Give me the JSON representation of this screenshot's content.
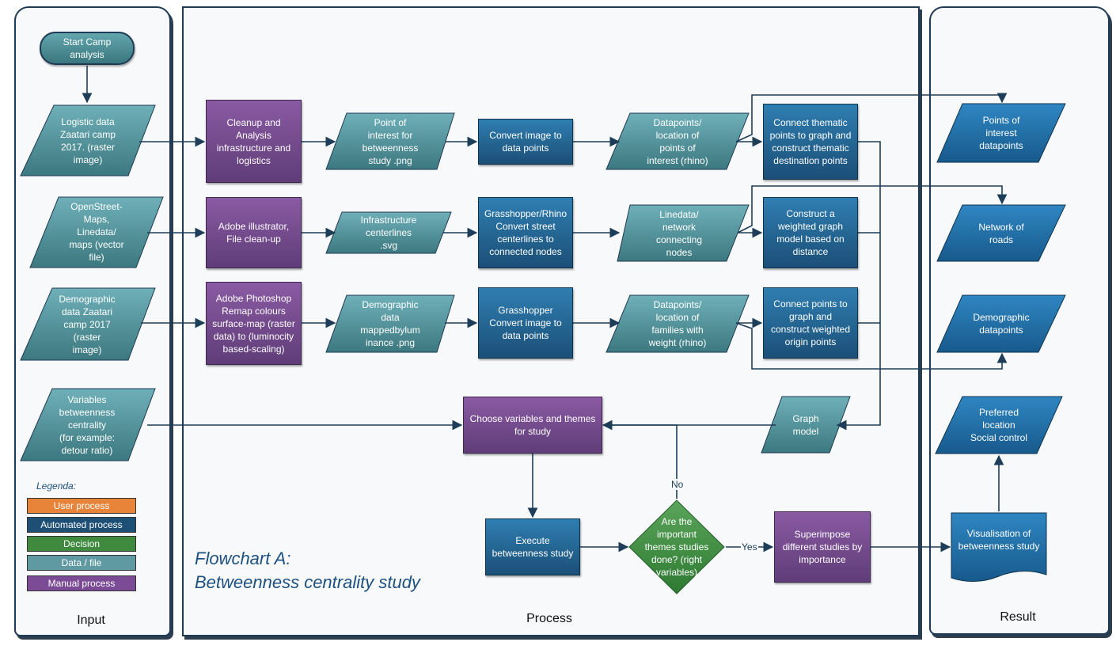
{
  "panels": {
    "input": "Input",
    "process": "Process",
    "result": "Result"
  },
  "title": {
    "line1": "Flowchart A:",
    "line2": "Betweenness centrality study"
  },
  "legend": {
    "title": "Legenda:",
    "items": [
      {
        "label": "User process",
        "color": "#e8843a"
      },
      {
        "label": "Automated process",
        "color": "#1e4f75"
      },
      {
        "label": "Decision",
        "color": "#3f8a3f"
      },
      {
        "label": "Data / file",
        "color": "#5f9aa3"
      },
      {
        "label": "Manual process",
        "color": "#7b4c95"
      }
    ]
  },
  "nodes": {
    "start": [
      "Start Camp analysis"
    ],
    "in_logistic": [
      "Logistic data",
      "Zaatari camp",
      "2017. (raster",
      "image)"
    ],
    "in_osm": [
      "OpenStreet-",
      "Maps,",
      "Linedata/",
      "maps (vector",
      "file)"
    ],
    "in_demo": [
      "Demographic",
      "data Zaatari",
      "camp 2017",
      "(raster",
      "image)"
    ],
    "in_vars": [
      "Variables",
      "betweenness",
      "centrality",
      "(for example:",
      "detour ratio)"
    ],
    "p_cleanup": [
      "Cleanup and",
      "Analysis",
      "infrastructure and",
      "logistics"
    ],
    "p_adobe_ill": [
      "Adobe illustrator,",
      "File clean-up"
    ],
    "p_photoshop": [
      "Adobe Photoshop",
      "Remap colours",
      "surface-map (raster",
      "data) to (luminocity",
      "based-scaling)"
    ],
    "d_poi": [
      "Point of",
      "interest for",
      "betweenness",
      "study .png"
    ],
    "d_infra": [
      "Infrastructure",
      "centerlines",
      ".svg"
    ],
    "d_demo": [
      "Demographic",
      "data",
      "mappedbylum",
      "inance .png"
    ],
    "a_convert": [
      "Convert image to",
      "data points"
    ],
    "a_gh_rhino": [
      "Grasshopper/Rhino",
      "Convert street",
      "centerlines to",
      "connected nodes"
    ],
    "a_gh": [
      "Grasshopper",
      "Convert image to",
      "data points"
    ],
    "d_datapoints": [
      "Datapoints/",
      "location of",
      "points of",
      "interest (rhino)"
    ],
    "d_linedata": [
      "Linedata/",
      "network",
      "connecting",
      "nodes"
    ],
    "d_families": [
      "Datapoints/",
      "location of",
      "families with",
      "weight (rhino)"
    ],
    "a_connect_thematic": [
      "Connect thematic",
      "points to graph and",
      "construct thematic",
      "destination points"
    ],
    "a_weighted_graph": [
      "Construct a",
      "weighted graph",
      "model based on",
      "distance"
    ],
    "a_connect_points": [
      "Connect points to",
      "graph and",
      "construct weighted",
      "origin points"
    ],
    "d_graph_model": [
      "Graph",
      "model"
    ],
    "m_choose": [
      "Choose variables and themes",
      "for study"
    ],
    "a_execute": [
      "Execute",
      "betweenness study"
    ],
    "dec_themes": [
      "Are the",
      "important",
      "themes studies",
      "done? (right",
      "variables)"
    ],
    "m_superimpose": [
      "Superimpose",
      "different studies by",
      "importance"
    ],
    "r_poi": [
      "Points of",
      "interest",
      "datapoints"
    ],
    "r_network": [
      "Network of",
      "roads"
    ],
    "r_demo": [
      "Demographic",
      "datapoints"
    ],
    "r_preferred": [
      "Preferred",
      "location",
      "Social control"
    ],
    "r_visual": [
      "Visualisation of",
      "betweenness study"
    ]
  },
  "edge_labels": {
    "no": "No",
    "yes": "Yes"
  },
  "colors": {
    "data": "#4f8e97",
    "automated": "#1e5580",
    "manual": "#6e4888",
    "decision": "#3f8a3f",
    "result": "#1f6aa0",
    "edge": "#1d3d58"
  }
}
